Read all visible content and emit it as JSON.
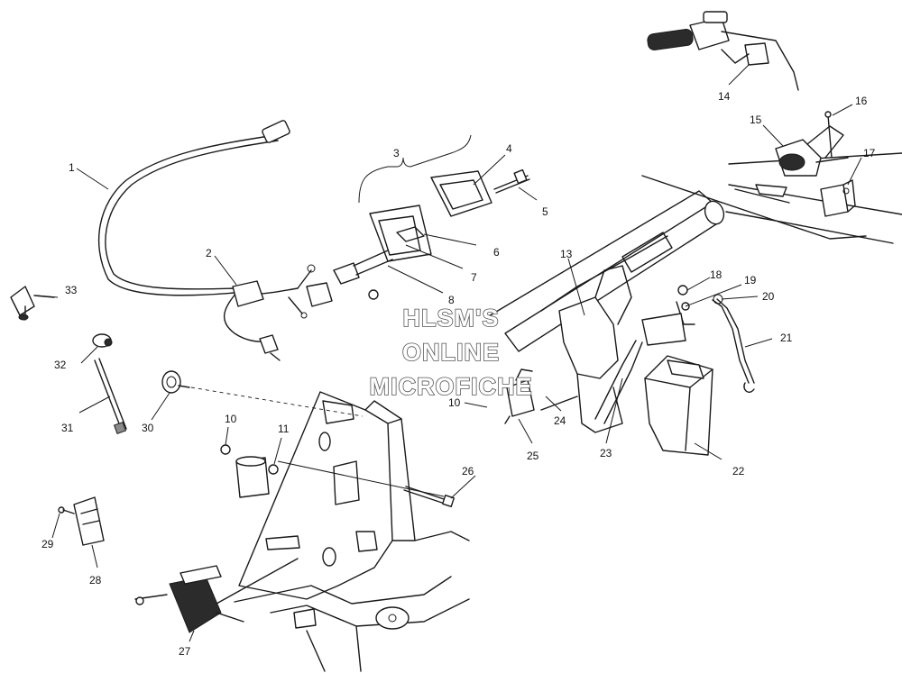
{
  "callouts": [
    "1",
    "2",
    "3",
    "4",
    "5",
    "6",
    "7",
    "8",
    "10",
    "10",
    "11",
    "13",
    "14",
    "15",
    "16",
    "17",
    "18",
    "19",
    "20",
    "21",
    "22",
    "23",
    "24",
    "25",
    "26",
    "27",
    "28",
    "29",
    "30",
    "31",
    "32",
    "33"
  ],
  "watermark": {
    "line1": "HLSM'S",
    "line2": "ONLINE",
    "line3": "MICROFICHE"
  },
  "colors": {
    "line": "#1a1a1a",
    "background": "#ffffff",
    "watermark_outline": "#555555"
  }
}
